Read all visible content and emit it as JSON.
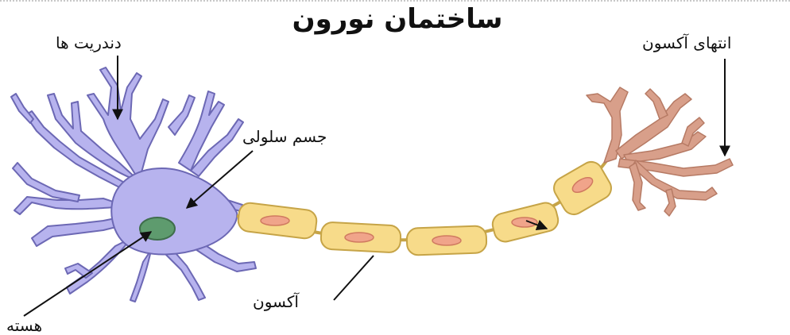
{
  "title": "ساختمان نورون",
  "labels": {
    "dendrites": "دندریت ها",
    "soma": "جسم سلولی",
    "axon_terminal": "انتهای آکسون",
    "axon": "آکسون",
    "nucleus": "هسته"
  },
  "colors": {
    "cell_body": "#b7b3ee",
    "cell_outline": "#6c68b4",
    "nucleus": "#5e9b6e",
    "myelin": "#f7db8a",
    "myelin_outline": "#c6a447",
    "myelin_nucleus": "#f0a48a",
    "terminal": "#d89f8a",
    "terminal_outline": "#b67a64"
  }
}
